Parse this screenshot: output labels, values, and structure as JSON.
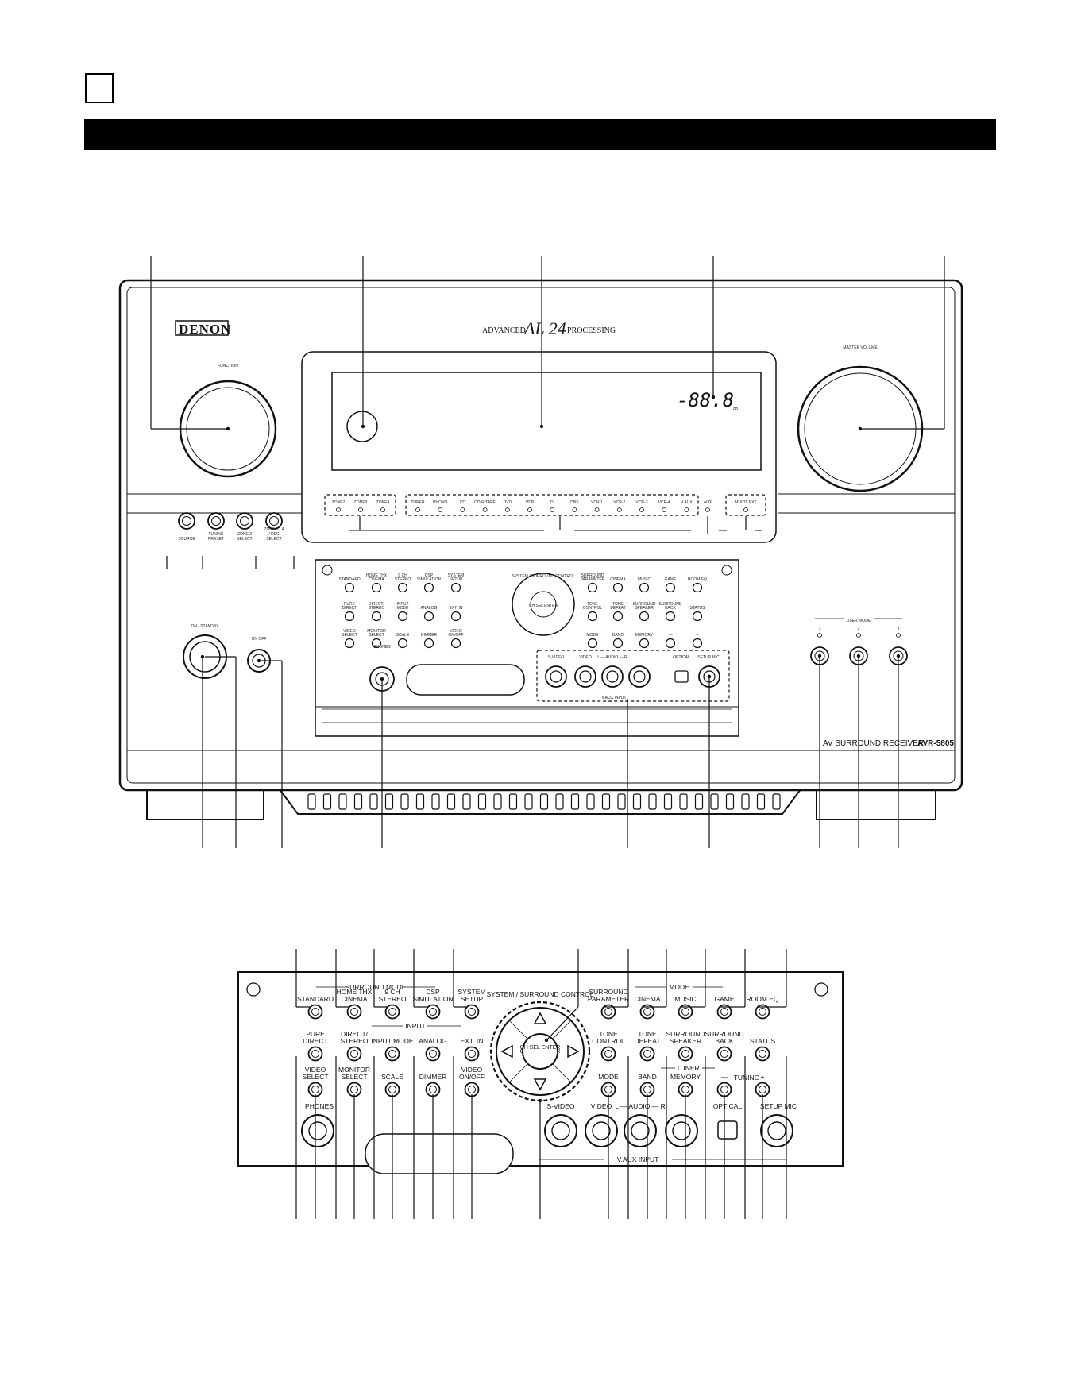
{
  "header": {
    "square_box": "",
    "title_bar": ""
  },
  "unit": {
    "brand": "DENON",
    "processing_prefix": "ADVANCED",
    "processing_logo": "AL 24",
    "processing_suffix": "PROCESSING",
    "function_label": "FUNCTION",
    "master_volume_label": "MASTER VOLUME",
    "display_value": "-88.8",
    "display_unit": "dB",
    "zone_indicators": [
      "ZONE2",
      "ZONE3",
      "ZONE4"
    ],
    "source_indicators": [
      "TUNER",
      "PHONO",
      "CD",
      "CD-R/TAPE",
      "DVD",
      "VDP",
      "TV",
      "DBS",
      "VCR-1",
      "VCR-2",
      "VCR-3",
      "VCR-4",
      "V.AUX"
    ],
    "aux_indicator": "AUX",
    "multi_ext_indicator": "MULTI/ EXT",
    "source_buttons": [
      "SOURCE",
      "TUNING PRESET",
      "ZONE 2 SELECT",
      "ZONE 3 / 4 / REC SELECT"
    ],
    "power_label": "ON / STANDBY",
    "on_off_label": "ON  OFF",
    "phones_label": "PHONES",
    "user_mode_title": "USER MODE",
    "user_mode_numbers": [
      "1",
      "2",
      "3"
    ],
    "model_prefix": "AV SURROUND RECEIVER",
    "model_name": "AVR-5805",
    "small_panel": {
      "system_title": "SYSTEM / SURROUND CONTROL",
      "ch_sel": "CH SEL ENTER",
      "vaux_jacks": [
        "S-VIDEO",
        "VIDEO",
        "L — AUDIO — R",
        "OPTICAL",
        "SETUP MIC"
      ],
      "vaux_title": "V.AUX INPUT"
    }
  },
  "panel": {
    "surround_mode_title": "SURROUND MODE",
    "input_title": "INPUT",
    "mode_title": "MODE",
    "tuner_title": "TUNER",
    "tuning_title": "TUNING",
    "system_title": "SYSTEM / SURROUND CONTROL",
    "ch_sel": "CH SEL ENTER",
    "row1": [
      "STANDARD",
      "HOME THX CINEMA",
      "9 CH STEREO",
      "DSP SIMULATION",
      "SYSTEM SETUP",
      "SURROUND PARAMETER",
      "CINEMA",
      "MUSIC",
      "GAME",
      "ROOM EQ"
    ],
    "row2": [
      "PURE DIRECT",
      "DIRECT/ STEREO",
      "INPUT MODE",
      "ANALOG",
      "EXT. IN",
      "TONE CONTROL",
      "TONE DEFEAT",
      "SURROUND SPEAKER",
      "SURROUND BACK",
      "STATUS"
    ],
    "row3": [
      "VIDEO SELECT",
      "MONITOR SELECT",
      "SCALE",
      "DIMMER",
      "VIDEO ON/OFF",
      "MODE",
      "BAND",
      "MEMORY",
      "—",
      "+"
    ],
    "jacks": [
      "PHONES",
      "S-VIDEO",
      "VIDEO",
      "L — AUDIO — R",
      "OPTICAL",
      "SETUP MIC"
    ],
    "vaux_title": "V.AUX INPUT"
  }
}
